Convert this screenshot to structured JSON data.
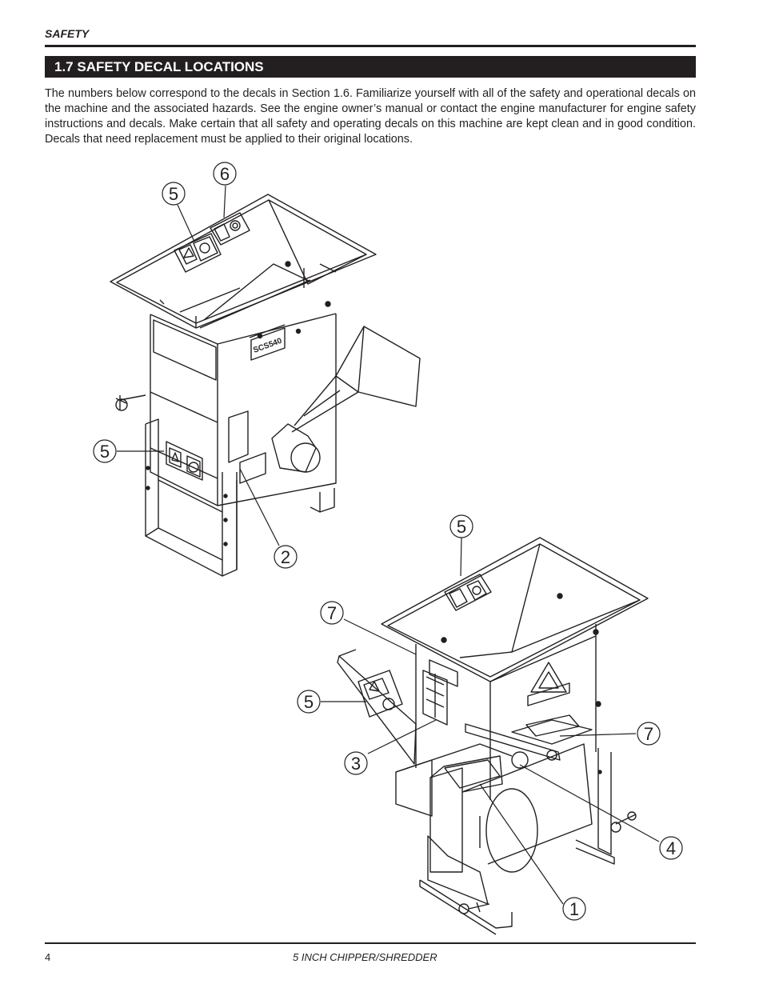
{
  "header": {
    "running_head": "SAFETY"
  },
  "section": {
    "title": "1.7  SAFETY DECAL LOCATIONS"
  },
  "intro": "The numbers below correspond to the decals in Section 1.6.  Familiarize yourself with all of the safety and operational decals on the machine and the associated hazards.  See the engine owner’s manual or contact the engine manufacturer for engine safety instructions and decals.  Make certain that all safety and operating decals on this machine are kept clean and in good condition. Decals that need replacement must be applied to their original locations.",
  "figure": {
    "upper_machine_label": "SCS540",
    "callouts": {
      "u5a": "5",
      "u6": "6",
      "u5b": "5",
      "u2": "2",
      "l5a": "5",
      "l7a": "7",
      "l5b": "5",
      "l3": "3",
      "l7b": "7",
      "l4": "4",
      "l1": "1"
    }
  },
  "footer": {
    "page_number": "4",
    "title": "5 INCH CHIPPER/SHREDDER"
  }
}
